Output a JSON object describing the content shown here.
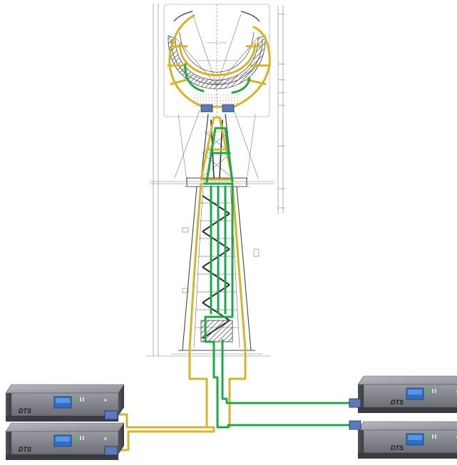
{
  "devices": [
    {
      "id": "unit-1",
      "label": "DTS"
    },
    {
      "id": "unit-2",
      "label": "DTS"
    },
    {
      "id": "unit-3",
      "label": "DTS"
    },
    {
      "id": "unit-4",
      "label": "DTS"
    }
  ],
  "colors": {
    "fiber_yellow": "#d4b42a",
    "fiber_green": "#1fa84a",
    "unit_body": "#8e8e95",
    "unit_dark": "#3e3e46",
    "display": "#2e6fc4",
    "connector": "#5c79b8",
    "drawing": "#7d7d7d"
  },
  "icons": {
    "structure": "tower-drawing-icon",
    "device": "dts-rack-unit-icon"
  }
}
